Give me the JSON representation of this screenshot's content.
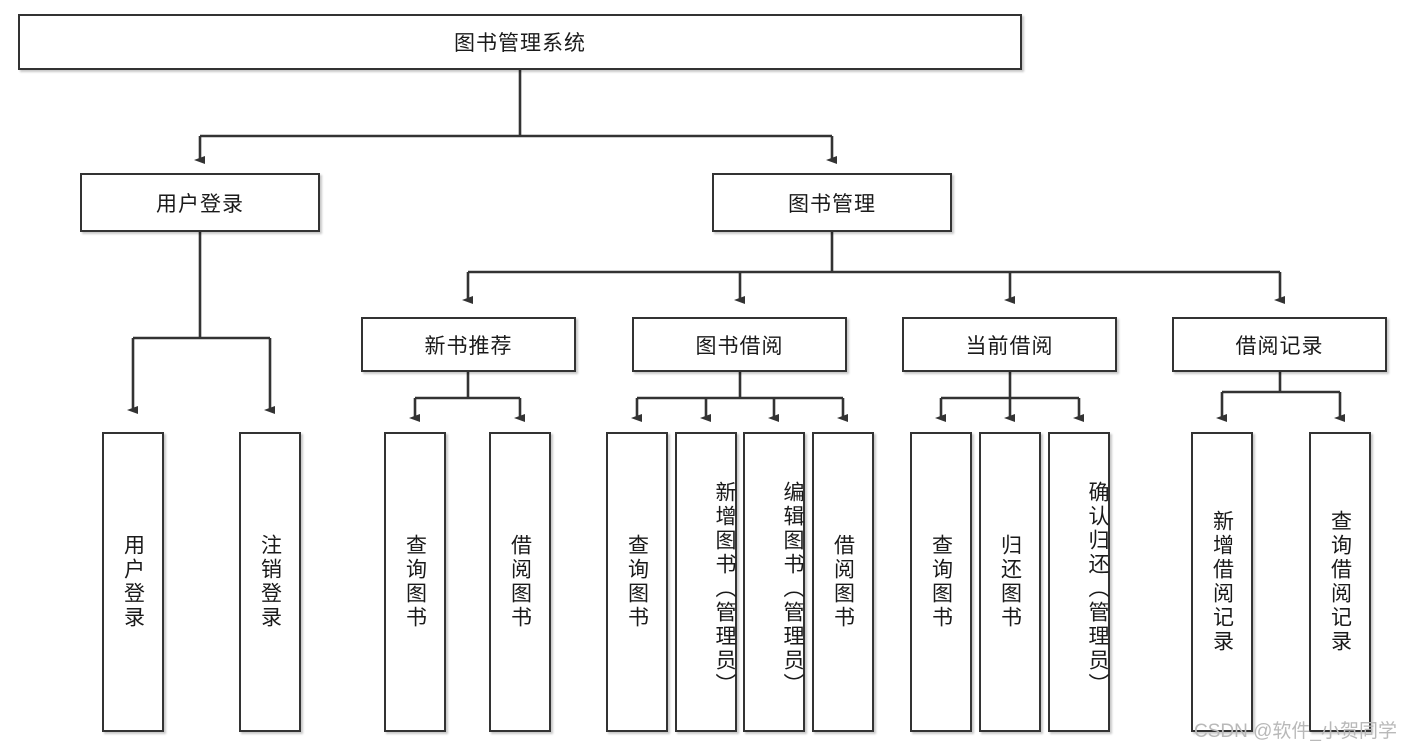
{
  "diagram": {
    "title": "图书管理系统",
    "type": "tree-hierarchy",
    "watermark": "CSDN @软件_小贺同学",
    "colors": {
      "node_border": "#333333",
      "node_fill": "#ffffff",
      "edge": "#333333",
      "text": "#1a1a1a",
      "watermark": "#b9b9b9"
    },
    "levels": {
      "root": {
        "label": "图书管理系统"
      },
      "level2": [
        {
          "id": "user-login",
          "label": "用户登录"
        },
        {
          "id": "book-management",
          "label": "图书管理"
        }
      ],
      "level3": [
        {
          "id": "new-book-recommend",
          "label": "新书推荐",
          "parent": "book-management"
        },
        {
          "id": "book-borrow",
          "label": "图书借阅",
          "parent": "book-management"
        },
        {
          "id": "current-borrow",
          "label": "当前借阅",
          "parent": "book-management"
        },
        {
          "id": "borrow-record",
          "label": "借阅记录",
          "parent": "book-management"
        }
      ],
      "leaves": [
        {
          "id": "leaf-user-login",
          "label": "用户登录",
          "parent": "user-login"
        },
        {
          "id": "leaf-logout",
          "label": "注销登录",
          "parent": "user-login"
        },
        {
          "id": "leaf-query-book-1",
          "label": "查询图书",
          "parent": "new-book-recommend"
        },
        {
          "id": "leaf-borrow-book-1",
          "label": "借阅图书",
          "parent": "new-book-recommend"
        },
        {
          "id": "leaf-query-book-2",
          "label": "查询图书",
          "parent": "book-borrow"
        },
        {
          "id": "leaf-add-book",
          "label": "新增图书（管理员）",
          "parent": "book-borrow"
        },
        {
          "id": "leaf-edit-book",
          "label": "编辑图书（管理员）",
          "parent": "book-borrow"
        },
        {
          "id": "leaf-borrow-book-2",
          "label": "借阅图书",
          "parent": "book-borrow"
        },
        {
          "id": "leaf-query-book-3",
          "label": "查询图书",
          "parent": "current-borrow"
        },
        {
          "id": "leaf-return-book",
          "label": "归还图书",
          "parent": "current-borrow"
        },
        {
          "id": "leaf-confirm-return",
          "label": "确认归还（管理员）",
          "parent": "current-borrow"
        },
        {
          "id": "leaf-add-record",
          "label": "新增借阅记录",
          "parent": "borrow-record"
        },
        {
          "id": "leaf-query-record",
          "label": "查询借阅记录",
          "parent": "borrow-record"
        }
      ]
    }
  }
}
